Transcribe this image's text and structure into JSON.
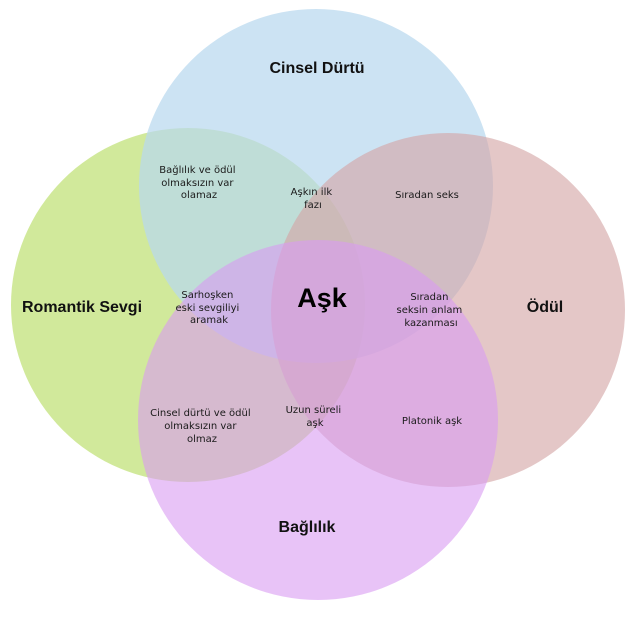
{
  "diagram": {
    "center": "Aşk",
    "sets": [
      {
        "id": "cinsel",
        "label": "Cinsel Dürtü",
        "color": "#b9d8ee"
      },
      {
        "id": "romantik",
        "label": "Romantik Sevgi",
        "color": "#c9e58a"
      },
      {
        "id": "odul",
        "label": "Ödül",
        "color": "#d4a4a4"
      },
      {
        "id": "baglilik",
        "label": "Bağlılık",
        "color": "#d99bf2"
      }
    ],
    "regions": [
      {
        "id": "cinsel-romantik",
        "lines": [
          "Bağlılık ve ödül",
          "olmaksızın var",
          "olamaz"
        ]
      },
      {
        "id": "cinsel-odul",
        "lines": [
          "Sıradan seks"
        ]
      },
      {
        "id": "ilk-faz",
        "lines": [
          "Aşkın ilk",
          "fazı"
        ]
      },
      {
        "id": "romantik-baglilik-cinsel",
        "lines": [
          "Sarhoşken",
          "eski sevgiliyi",
          "aramak"
        ]
      },
      {
        "id": "odul-cinsel-baglilik",
        "lines": [
          "Sıradan",
          "seksin anlam",
          "kazanması"
        ]
      },
      {
        "id": "romantik-baglilik",
        "lines": [
          "Cinsel dürtü ve ödül",
          "olmaksızın var",
          "olmaz"
        ]
      },
      {
        "id": "uzun-sureli",
        "lines": [
          "Uzun süreli",
          "aşk"
        ]
      },
      {
        "id": "baglilik-odul",
        "lines": [
          "Platonik aşk"
        ]
      }
    ]
  }
}
